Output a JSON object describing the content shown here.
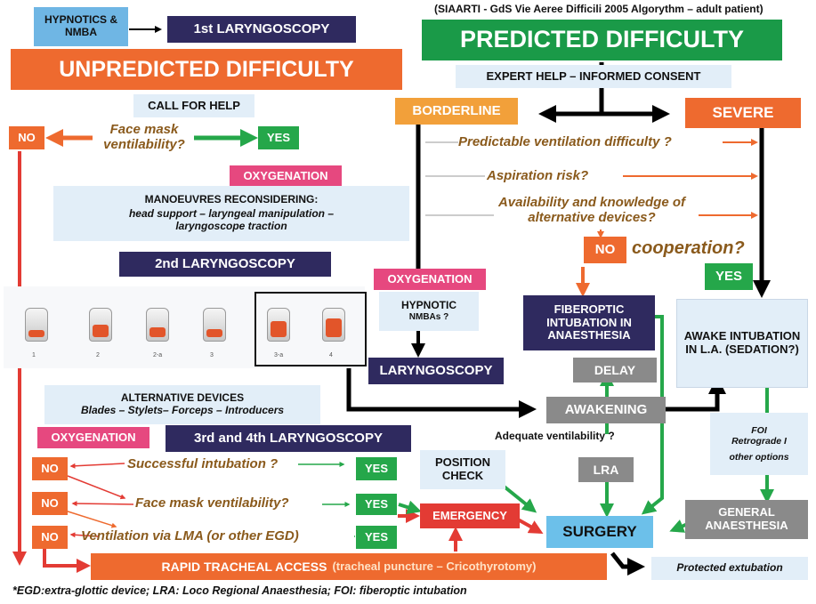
{
  "header": {
    "source": "(SIAARTI - GdS Vie Aeree Difficili 2005 Algorythm – adult patient)"
  },
  "left": {
    "hypnotics": "HYPNOTICS & NMBA",
    "first_laryngoscopy": "1st LARYNGOSCOPY",
    "unpredicted": "UNPREDICTED DIFFICULTY",
    "call_for_help": "CALL FOR HELP",
    "no1": "NO",
    "face_mask_q": "Face mask ventilability?",
    "yes1": "YES",
    "oxygenation1": "OXYGENATION",
    "manoeuvres_title": "MANOEUVRES RECONSIDERING:",
    "manoeuvres_detail": "head support – laryngeal manipulation – laryngoscope traction",
    "second_laryngoscopy": "2nd LARYNGOSCOPY",
    "alternative_title": "ALTERNATIVE DEVICES",
    "alternative_detail": "Blades – Stylets– Forceps – Introducers",
    "oxygenation3": "OXYGENATION",
    "third_fourth": "3rd and 4th LARYNGOSCOPY",
    "no_a": "NO",
    "successful_q": "Successful intubation ?",
    "yes_a": "YES",
    "position_check": "POSITION CHECK",
    "no_b": "NO",
    "face_mask_q2": "Face mask ventilability?",
    "yes_b": "YES",
    "emergency": "EMERGENCY",
    "no_c": "NO",
    "lma_q": "Ventilation via LMA (or other EGD)",
    "yes_c": "YES",
    "rapid_access": "RAPID TRACHEAL ACCESS",
    "rapid_access_detail": "(tracheal puncture – Cricothyrotomy)",
    "footnote": "*EGD:extra-glottic device; LRA: Loco Regional Anaesthesia; FOI: fiberoptic intubation"
  },
  "laryngoscopy_grades": [
    "1",
    "2",
    "2-a",
    "3",
    "3-a",
    "4"
  ],
  "right": {
    "predicted": "PREDICTED DIFFICULTY",
    "expert_help": "EXPERT HELP – INFORMED CONSENT",
    "borderline": "BORDERLINE",
    "severe": "SEVERE",
    "predictable_q": "Predictable ventilation difficulty ?",
    "aspiration_q": "Aspiration risk?",
    "availability_q": "Availability and knowledge of alternative devices?",
    "no_coop": "NO",
    "cooperation_q": "cooperation?",
    "yes_coop": "YES",
    "oxygenation2": "OXYGENATION",
    "hypnotic": "HYPNOTIC",
    "nmbas": "NMBAs ?",
    "laryngoscopy": "LARYNGOSCOPY",
    "fiberoptic": "FIBEROPTIC INTUBATION IN ANAESTHESIA",
    "awake": "AWAKE INTUBATION IN L.A. (SEDATION?)",
    "delay": "DELAY",
    "awakening": "AWAKENING",
    "adequate_q": "Adequate ventilability ?",
    "lra": "LRA",
    "foi_1": "FOI",
    "foi_2": "Retrograde I",
    "foi_3": "other options",
    "general": "GENERAL ANAESTHESIA",
    "surgery": "SURGERY",
    "protected": "Protected extubation"
  },
  "colors": {
    "orange": "#ee6a2f",
    "green": "#1a9a48",
    "navy": "#2f2a5f",
    "pink": "#e6487f",
    "red": "#e33b34",
    "gray": "#8a8a8a",
    "light_blue": "#e2eef8"
  }
}
